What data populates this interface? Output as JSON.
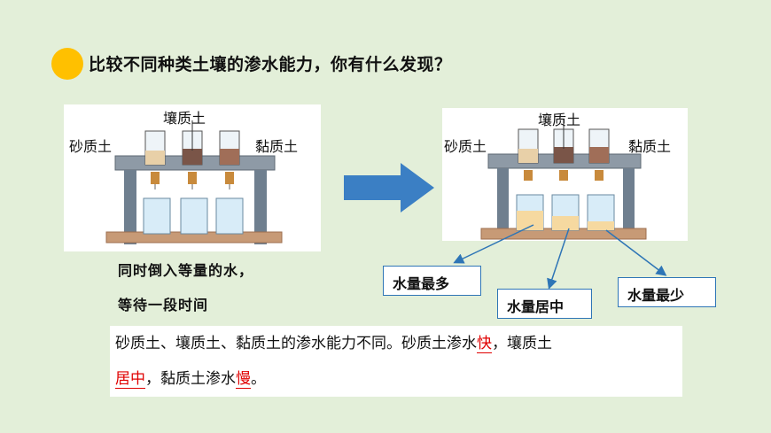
{
  "question": "比较不同种类土壤的渗水能力，你有什么发现？",
  "labels": {
    "loam": "壤质土",
    "sand": "砂质土",
    "clay": "黏质土"
  },
  "instructions": [
    "同时倒入等量的水，",
    "等待一段时间"
  ],
  "results": {
    "most": "水量最多",
    "mid": "水量居中",
    "least": "水量最少"
  },
  "conclusion": {
    "part1": "砂质土、壤质土、黏质土的渗水能力不同。砂质土渗水",
    "fast": "快",
    "part2": "，壤质土",
    "middle": "居中",
    "part3": "，黏质土渗水",
    "slow": "慢",
    "part4": "。"
  }
}
